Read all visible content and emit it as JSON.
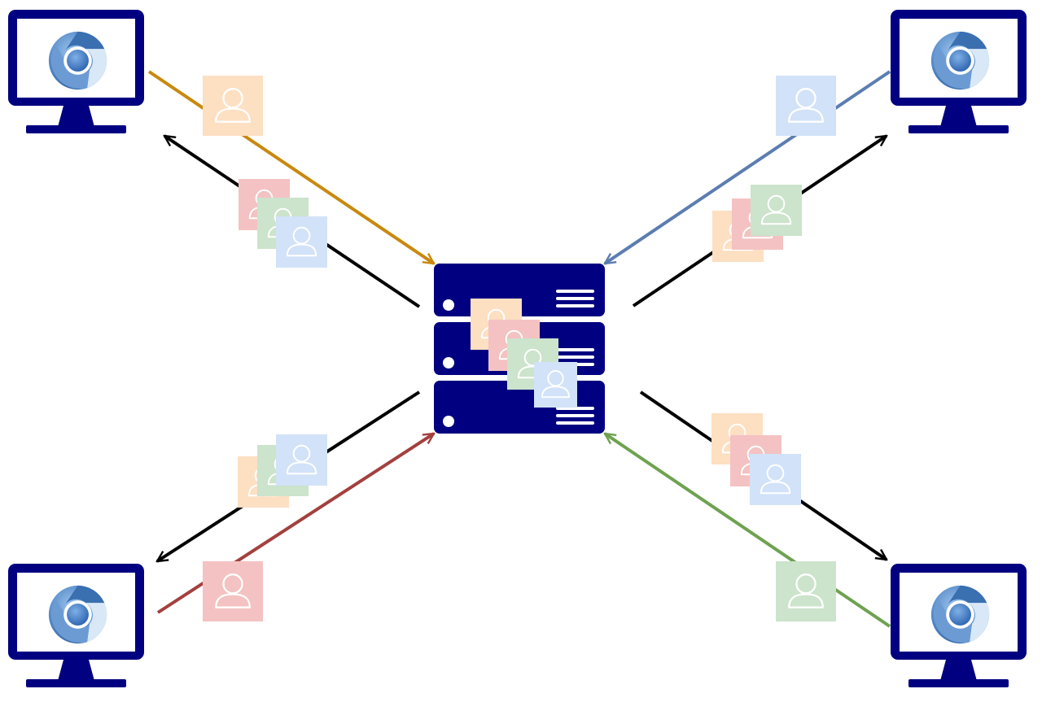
{
  "diagram": {
    "description_free": true,
    "colors": {
      "navy": "#000080",
      "arrow_black": "#000000",
      "background": "#ffffff",
      "monitor_screen": "#ffffff",
      "avatar_stroke": "#ffffff"
    },
    "server": {
      "icon": "server-rack-icon",
      "units": 3
    },
    "clients": [
      {
        "id": "top-left",
        "icon": "chromium-browser-icon",
        "upload_color": "#C8890E",
        "avatar_color": "#FDDFC2"
      },
      {
        "id": "top-right",
        "icon": "chromium-browser-icon",
        "upload_color": "#5B7DB1",
        "avatar_color": "#D2E2F8"
      },
      {
        "id": "bottom-left",
        "icon": "chromium-browser-icon",
        "upload_color": "#A3403E",
        "avatar_color": "#F4C2C2"
      },
      {
        "id": "bottom-right",
        "icon": "chromium-browser-icon",
        "upload_color": "#6EA250",
        "avatar_color": "#CCE3CC"
      }
    ],
    "avatar_palette": [
      "#FDDFC2",
      "#F4C2C2",
      "#CCE3CC",
      "#D2E2F8"
    ],
    "avatar_icon": "user-avatar-icon"
  }
}
